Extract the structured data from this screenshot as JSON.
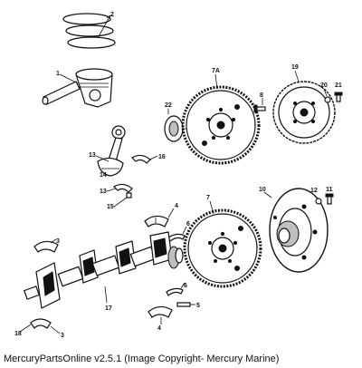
{
  "caption": "MercuryPartsOnline v2.5.1 (Image Copyright- Mercury Marine)",
  "callouts": {
    "c1": "1",
    "c2": "2",
    "c3a": "3",
    "c3b": "3",
    "c4a": "4",
    "c4b": "4",
    "c5": "5",
    "c6a": "6",
    "c6b": "6",
    "c7": "7",
    "c7a": "7A",
    "c8": "8",
    "c10": "10",
    "c11": "11",
    "c12": "12",
    "c13a": "13",
    "c13b": "13",
    "c14": "14",
    "c15": "15",
    "c16": "16",
    "c17": "17",
    "c18": "18",
    "c19": "19",
    "c20": "20",
    "c21": "21",
    "c22": "22"
  }
}
